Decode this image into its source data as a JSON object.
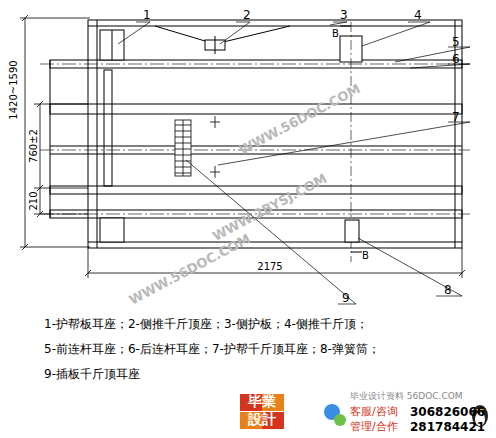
{
  "diagram": {
    "labels": [
      "1",
      "2",
      "3",
      "4",
      "B",
      "5",
      "6",
      "7",
      "B",
      "8",
      "9",
      "1420~1590",
      "760±2",
      "210",
      "2175",
      "WWW.56DOC.COM",
      "WWW.2BYSJ.COM",
      "WWW.56DOC.COM",
      "1-护帮板耳座；2-侧推千斤顶座；3-侧护板；4-侧推千斤顶；",
      "5-前连杆耳座；6-后连杆耳座；7-护帮千斤顶耳座；8-弹簧筒；",
      "9-插板千斤顶耳座",
      "毕業",
      "設計",
      "毕业设计资料 56DOC.COM",
      "客服/咨询",
      "306826066",
      "管理/合作",
      "281784421"
    ]
  }
}
